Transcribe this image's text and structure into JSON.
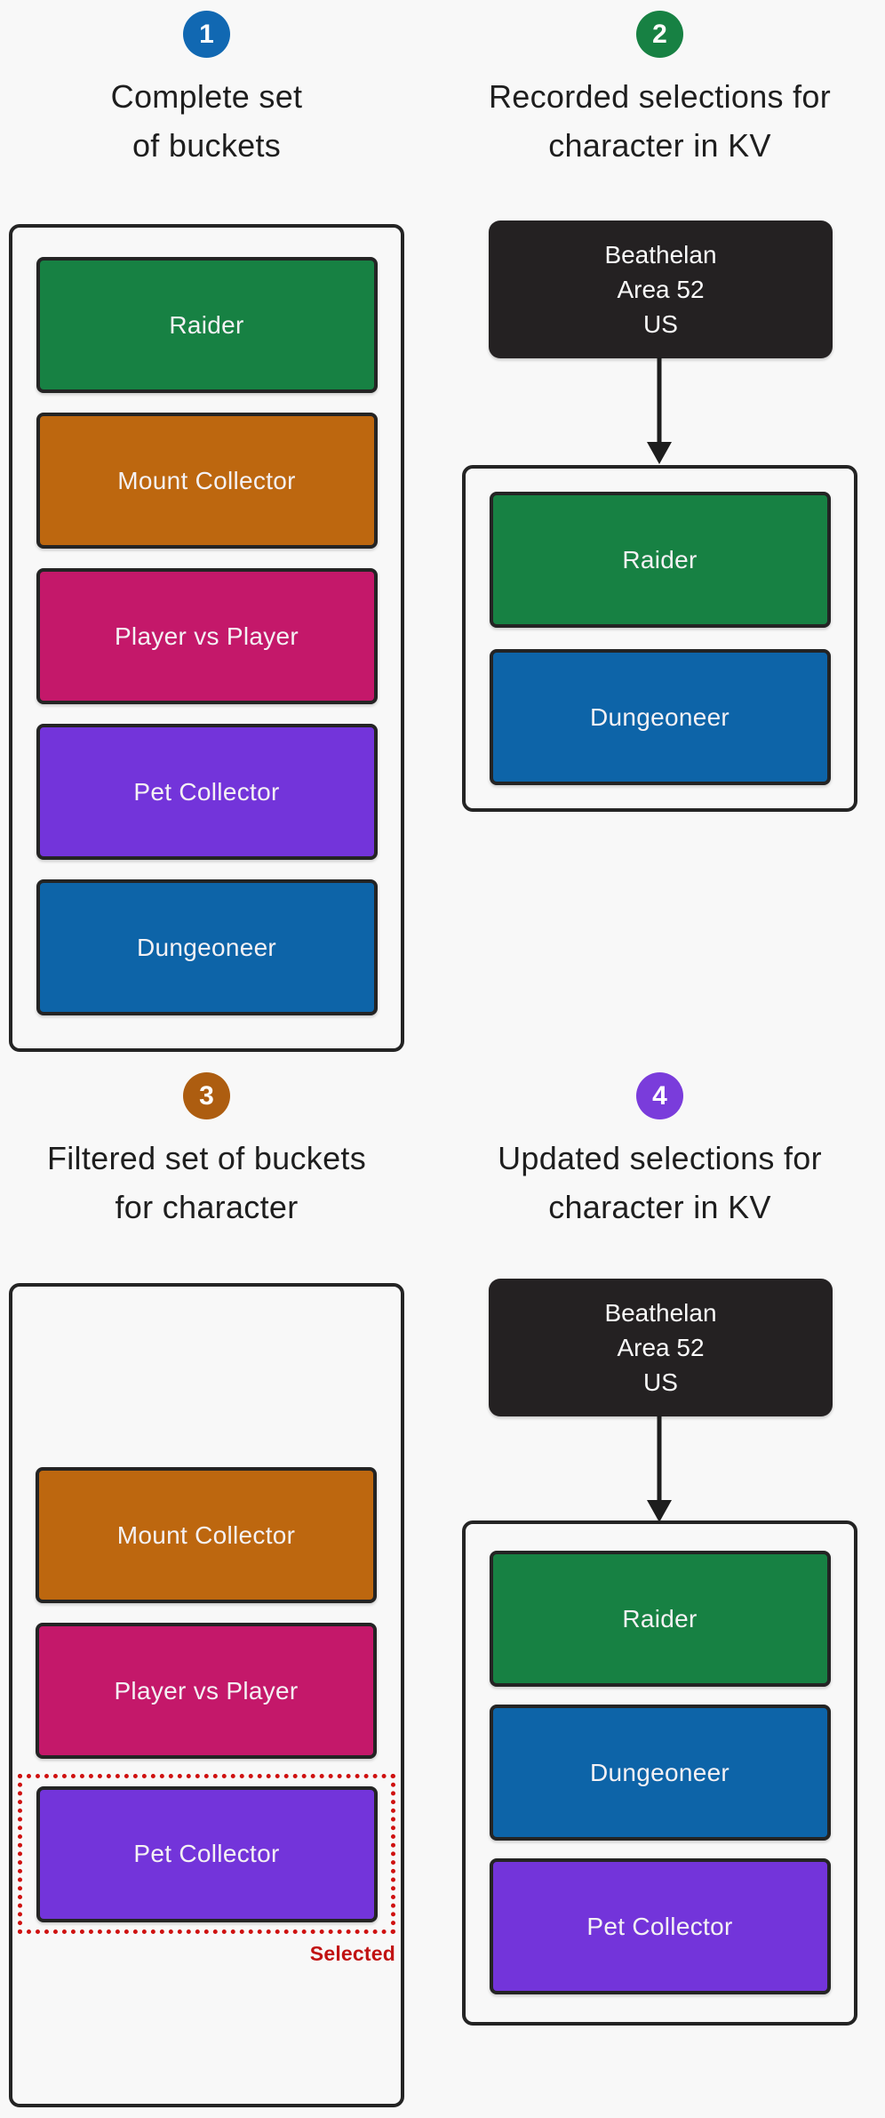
{
  "colors": {
    "background": "#f8f8f8",
    "border": "#242424",
    "arrow": "#1d1d1d",
    "raider": "#178143",
    "mount_collector": "#bd670f",
    "player_vs_player": "#c4186a",
    "pet_collector": "#7334da",
    "dungeoneer": "#0d64a8",
    "kv_card": "#242122",
    "badge1": "#1168b2",
    "badge2": "#178143",
    "badge3": "#ad5d10",
    "badge4": "#7a3cdb",
    "selected_border": "#cf1110",
    "selected_text": "#c11212"
  },
  "steps": [
    {
      "number": "1",
      "title_line1": "Complete set",
      "title_line2": "of buckets"
    },
    {
      "number": "2",
      "title_line1": "Recorded selections for",
      "title_line2": "character in KV"
    },
    {
      "number": "3",
      "title_line1": "Filtered set of buckets",
      "title_line2": "for character"
    },
    {
      "number": "4",
      "title_line1": "Updated selections for",
      "title_line2": "character in KV"
    }
  ],
  "bucket_labels": {
    "raider": "Raider",
    "mount_collector": "Mount Collector",
    "player_vs_player": "Player vs Player",
    "pet_collector": "Pet Collector",
    "dungeoneer": "Dungeoneer"
  },
  "kv_card": {
    "character": "Beathelan",
    "realm": "Area 52",
    "region": "US"
  },
  "annotations": {
    "selected_label": "Selected"
  }
}
